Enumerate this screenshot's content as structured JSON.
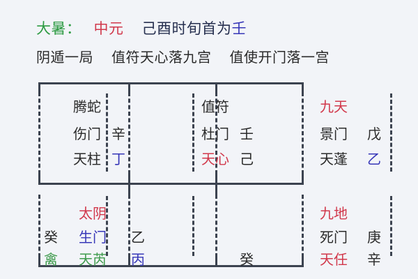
{
  "header": {
    "line1": {
      "solar_term": "大暑：",
      "yuan": "中元",
      "hour_text": "己酉时旬首为",
      "hour_stem": "壬"
    },
    "line2": {
      "ju": "阴遁一局",
      "zhifu": "值符天心落九宫",
      "zhishi": "值使开门落一宫"
    }
  },
  "colors": {
    "green": "#2e9b43",
    "red": "#d1384b",
    "black": "#2a2a2a",
    "navy": "#262f4f",
    "blue": "#3737b8",
    "frame": "#3c4350",
    "background": "#f2f4f8"
  },
  "palace_grid": {
    "cells": [
      {
        "position": "top-left",
        "god": "腾蛇",
        "god_color": "black",
        "door": "伤门",
        "door_color": "black",
        "door_stem": "辛",
        "door_stem_color": "black",
        "star": "天柱",
        "star_color": "black",
        "star_stem": "丁",
        "star_stem_color": "blue",
        "prefix": "",
        "prefix_color": ""
      },
      {
        "position": "top-middle",
        "god": "值符",
        "god_color": "black",
        "door": "杜门",
        "door_color": "black",
        "door_stem": "壬",
        "door_stem_color": "black",
        "star": "天心",
        "star_color": "red",
        "star_stem": "己",
        "star_stem_color": "black",
        "prefix": "",
        "prefix_color": ""
      },
      {
        "position": "top-right",
        "god": "九天",
        "god_color": "red",
        "door": "景门",
        "door_color": "black",
        "door_stem": "戊",
        "door_stem_color": "black",
        "star": "天蓬",
        "star_color": "black",
        "star_stem": "乙",
        "star_stem_color": "blue",
        "prefix": "",
        "prefix_color": ""
      },
      {
        "position": "bottom-left",
        "god": "太阴",
        "god_color": "red",
        "door": "生门",
        "door_color": "blue",
        "door_stem": "乙",
        "door_stem_color": "black",
        "star": "天芮",
        "star_color": "green",
        "star_stem": "丙",
        "star_stem_color": "blue",
        "prefix": "癸",
        "prefix_color": "black",
        "prefix2": "禽",
        "prefix2_color": "green"
      },
      {
        "position": "bottom-middle",
        "god": "",
        "god_color": "black",
        "door": "",
        "door_color": "black",
        "door_stem": "",
        "door_stem_color": "black",
        "star": "",
        "star_color": "black",
        "star_stem": "癸",
        "star_stem_color": "black",
        "prefix": "",
        "prefix_color": ""
      },
      {
        "position": "bottom-right",
        "god": "九地",
        "god_color": "red",
        "door": "死门",
        "door_color": "black",
        "door_stem": "庚",
        "door_stem_color": "black",
        "star": "天任",
        "star_color": "red",
        "star_stem": "辛",
        "star_stem_color": "black",
        "prefix": "",
        "prefix_color": ""
      }
    ]
  }
}
